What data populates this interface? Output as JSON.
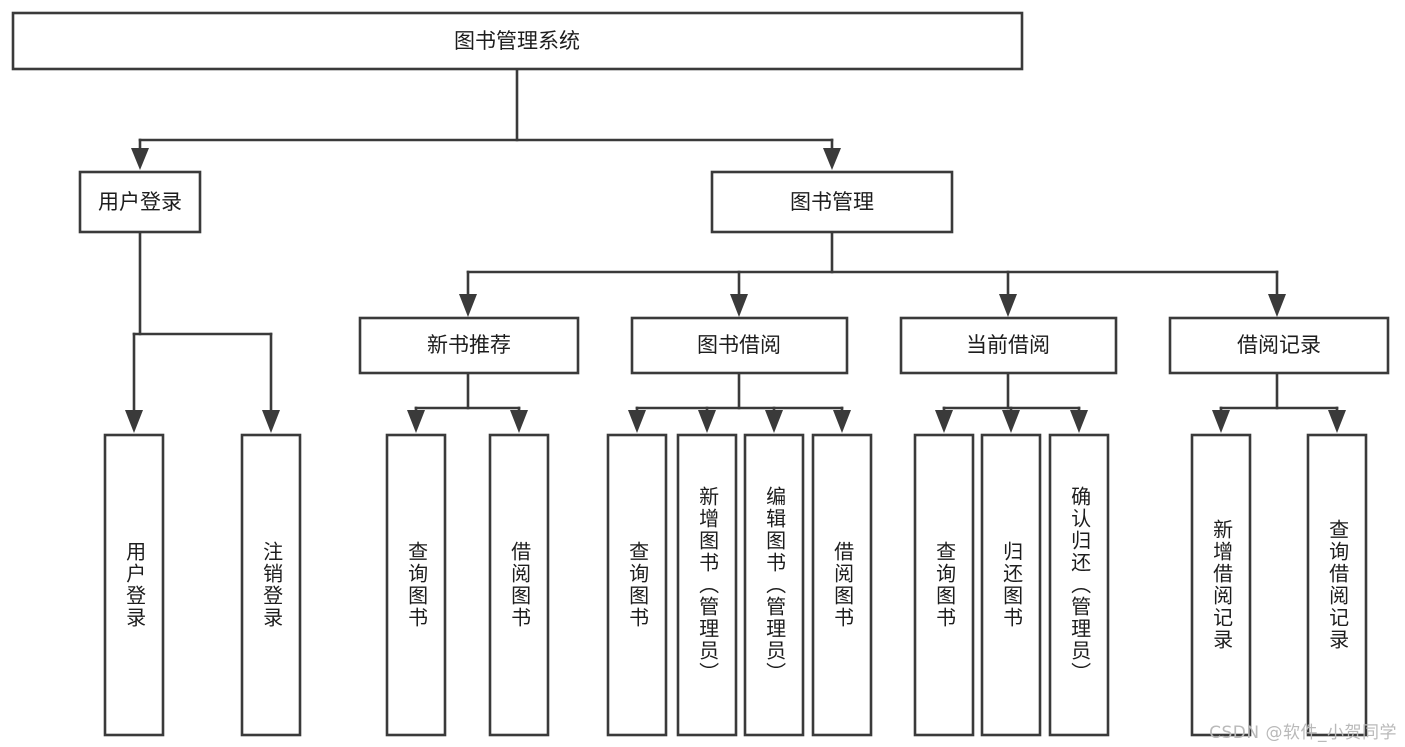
{
  "diagram": {
    "title": "图书管理系统",
    "type": "hierarchy-tree",
    "watermark": "CSDN @软件_小贺同学",
    "colors": {
      "stroke": "#3a3a3a",
      "fill": "#ffffff",
      "text": "#1d1d1d",
      "watermark": "#b9b9b9",
      "background": "#ffffff"
    },
    "root": {
      "label": "图书管理系统",
      "orientation": "horizontal"
    },
    "level2": [
      {
        "label": "用户登录",
        "orientation": "horizontal"
      },
      {
        "label": "图书管理",
        "orientation": "horizontal"
      }
    ],
    "level3": [
      {
        "label": "新书推荐",
        "orientation": "horizontal"
      },
      {
        "label": "图书借阅",
        "orientation": "horizontal"
      },
      {
        "label": "当前借阅",
        "orientation": "horizontal"
      },
      {
        "label": "借阅记录",
        "orientation": "horizontal"
      }
    ],
    "leaves": {
      "user_login": [
        {
          "label": "用户登录",
          "orientation": "vertical"
        },
        {
          "label": "注销登录",
          "orientation": "vertical"
        }
      ],
      "new_book_recommend": [
        {
          "label": "查询图书",
          "orientation": "vertical"
        },
        {
          "label": "借阅图书",
          "orientation": "vertical"
        }
      ],
      "book_borrow": [
        {
          "label": "查询图书",
          "orientation": "vertical"
        },
        {
          "label": "新增图书（管理员）",
          "orientation": "vertical"
        },
        {
          "label": "编辑图书（管理员）",
          "orientation": "vertical"
        },
        {
          "label": "借阅图书",
          "orientation": "vertical"
        }
      ],
      "current_borrow": [
        {
          "label": "查询图书",
          "orientation": "vertical"
        },
        {
          "label": "归还图书",
          "orientation": "vertical"
        },
        {
          "label": "确认归还（管理员）",
          "orientation": "vertical"
        }
      ],
      "borrow_records": [
        {
          "label": "新增借阅记录",
          "orientation": "vertical"
        },
        {
          "label": "查询借阅记录",
          "orientation": "vertical"
        }
      ]
    }
  }
}
